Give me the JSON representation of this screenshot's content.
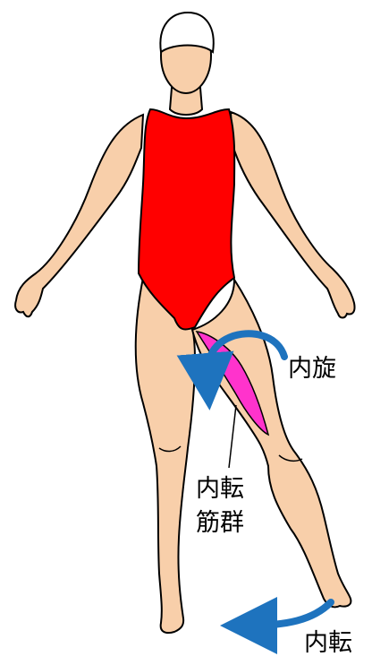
{
  "figure": {
    "name": "swimmer-leg-adduction",
    "colors": {
      "skin": "#F8CFAA",
      "outline": "#000000",
      "swimsuit": "#FF0000",
      "swim_cap": "#FFFFFF",
      "muscle": "#FF33CC",
      "arrow": "#1E73BE"
    }
  },
  "labels": {
    "internal_rotation": "内旋",
    "adductor_line1": "内転",
    "adductor_line2": "筋群",
    "adduction": "内転"
  }
}
